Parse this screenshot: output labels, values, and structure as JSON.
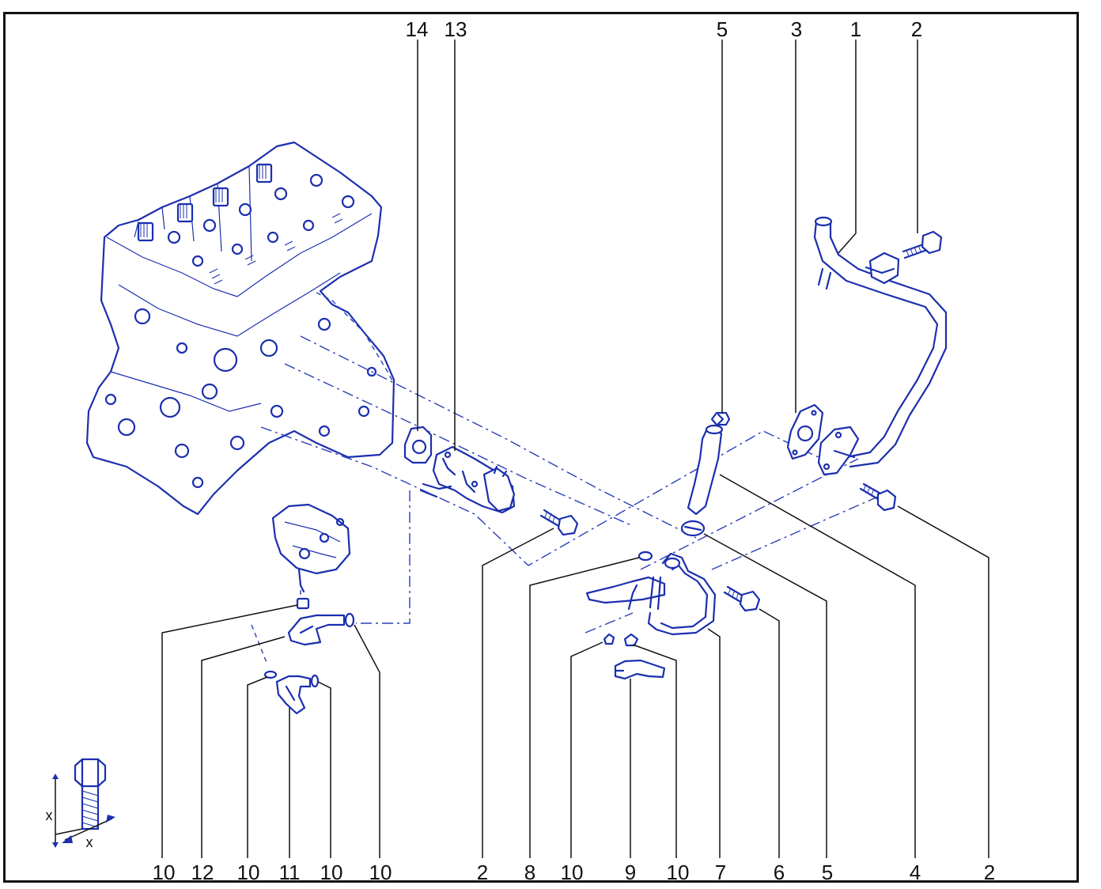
{
  "callouts_top": [
    "14",
    "13",
    "5",
    "3",
    "1",
    "2"
  ],
  "callouts_bottom": [
    "10",
    "12",
    "10",
    "11",
    "10",
    "10",
    "2",
    "8",
    "10",
    "9",
    "10",
    "7",
    "6",
    "5",
    "4",
    "2"
  ],
  "torque_symbol": {
    "letter_a": "x",
    "letter_b": "x"
  },
  "colors": {
    "line": "#1b2fae",
    "frame": "#111111",
    "background": "#ffffff"
  }
}
